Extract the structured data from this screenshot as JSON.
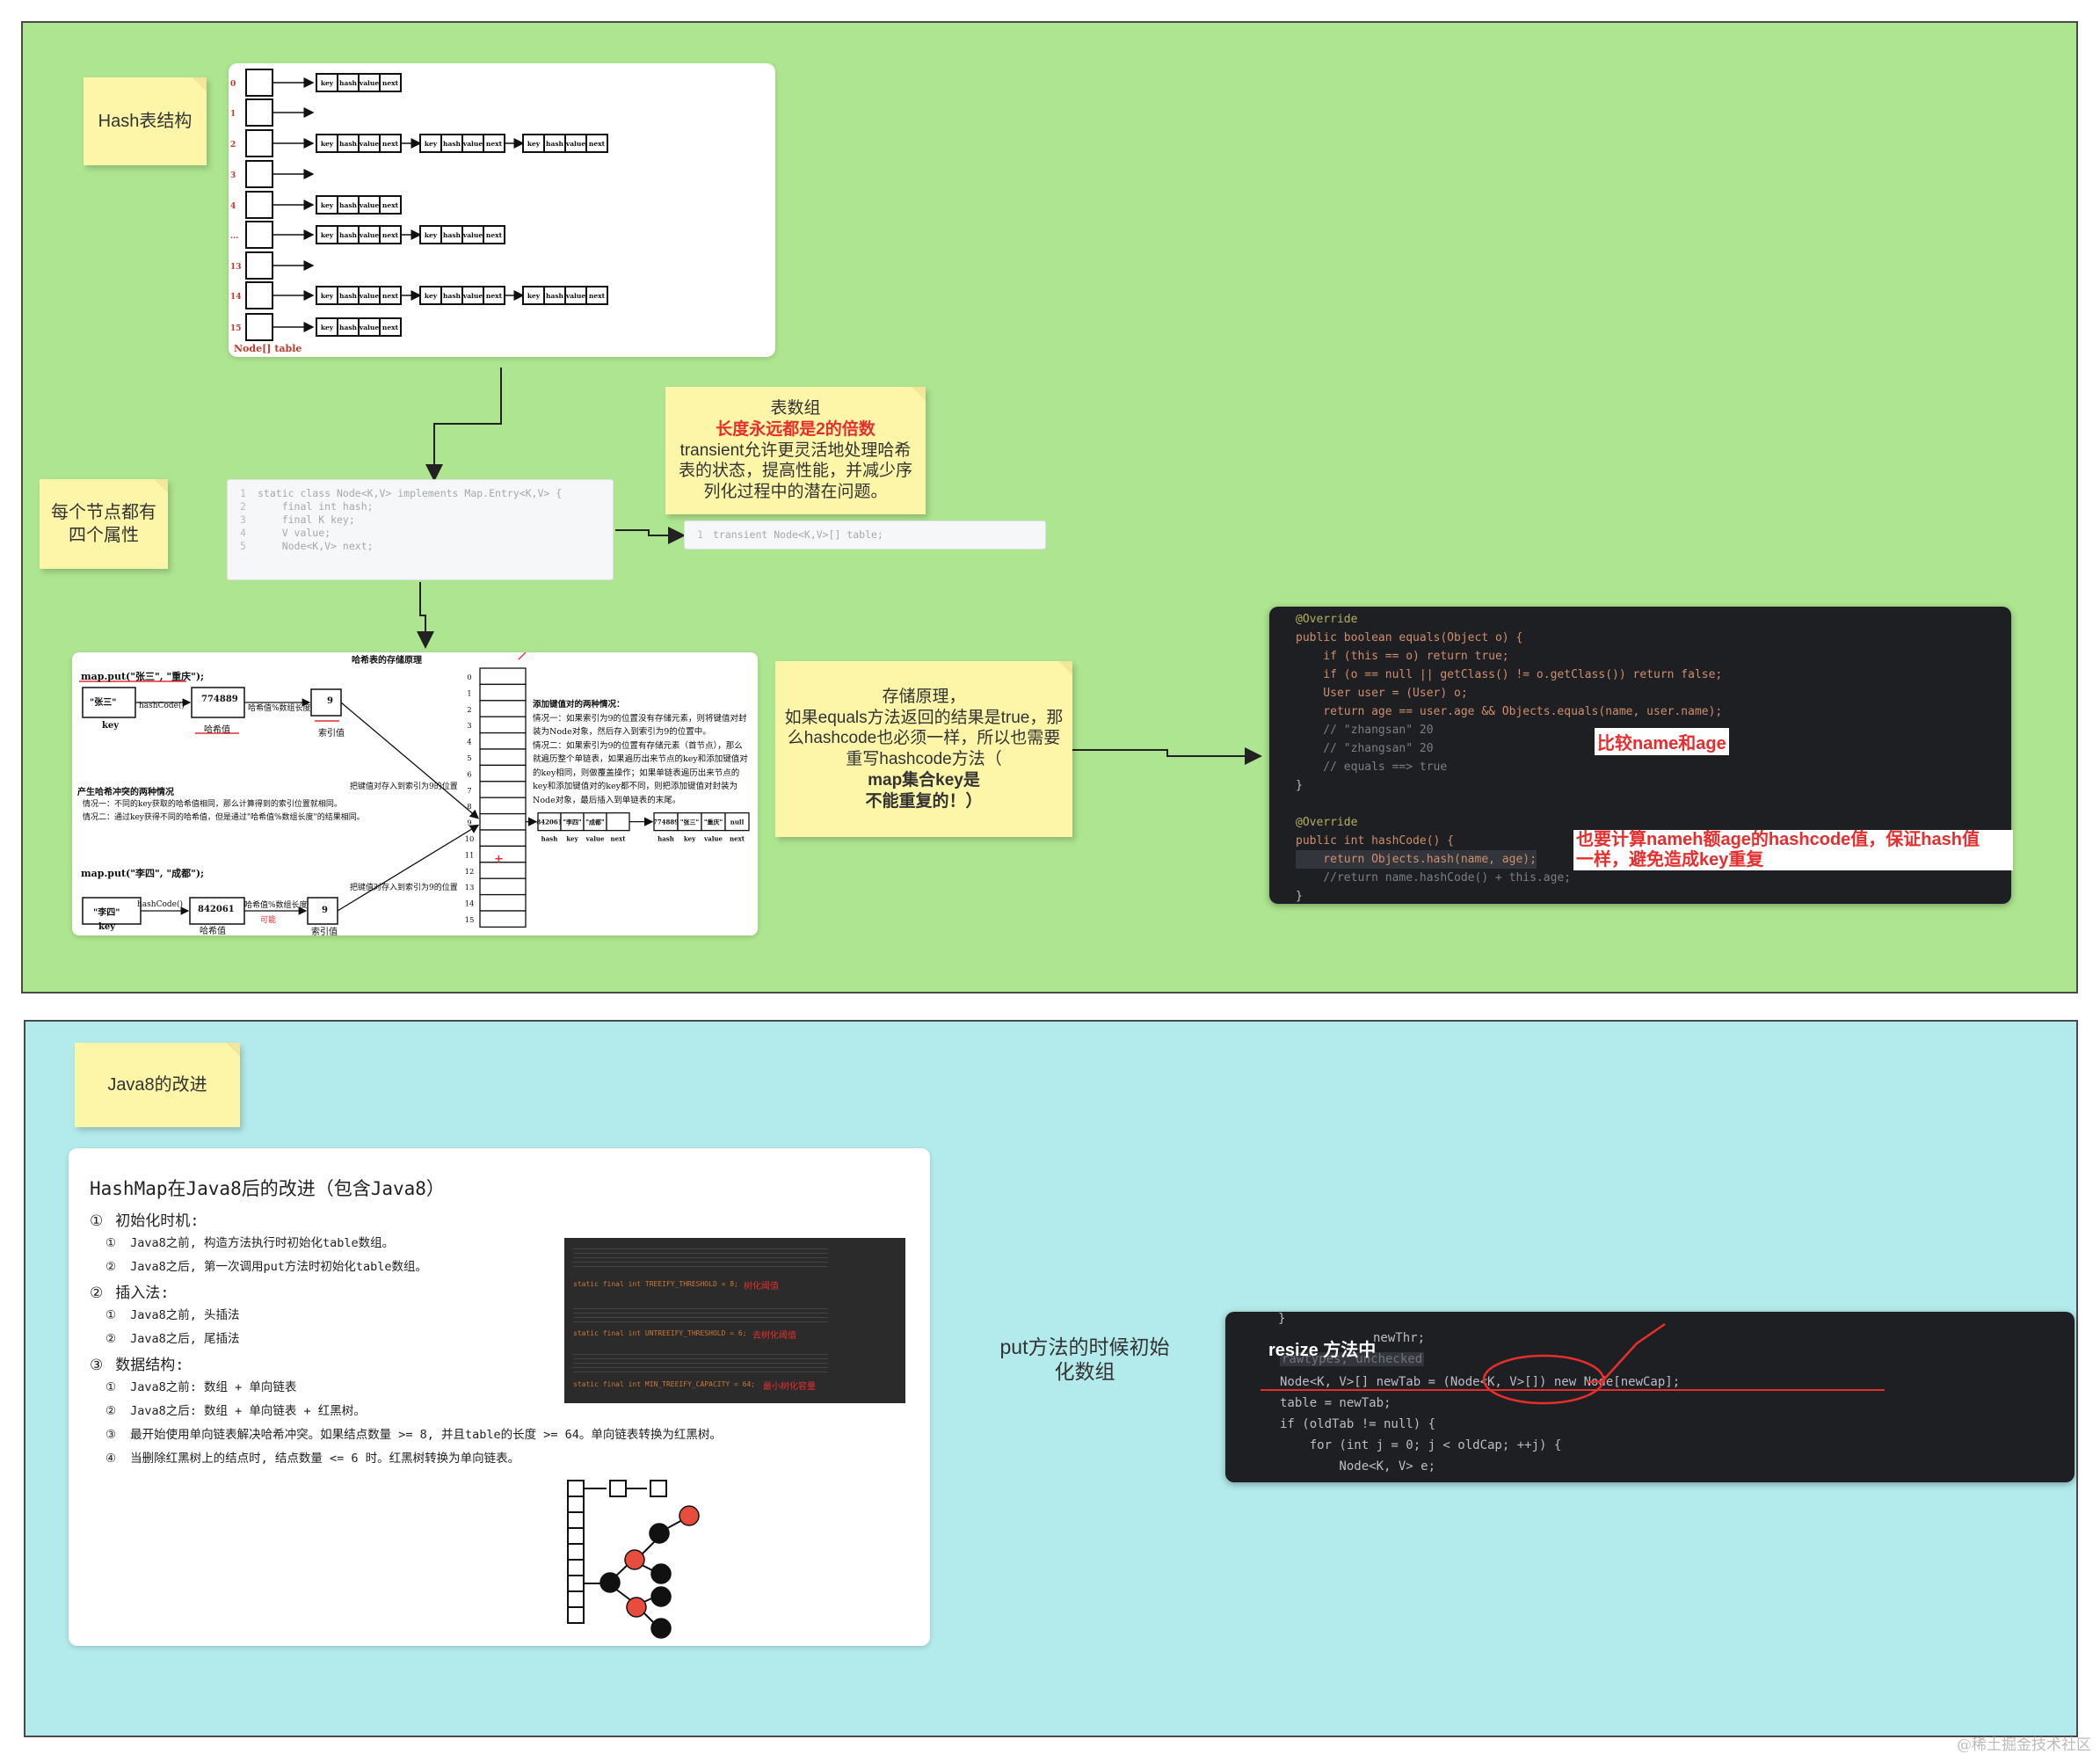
{
  "top_panel": {
    "note_hash_structure": "Hash表结构",
    "table_label": "Node[] table",
    "cell_labels": {
      "key": "key",
      "hash": "hash",
      "value": "value",
      "next": "next"
    },
    "index_labels": [
      "0",
      "1",
      "2",
      "3",
      "4",
      "...",
      "13",
      "14",
      "15"
    ],
    "note_node_props": [
      "每个节点都有",
      "四个属性"
    ],
    "node_code": [
      "static class Node<K,V> implements Map.Entry<K,V> {",
      "    final int hash;",
      "    final K key;",
      "    V value;",
      "    Node<K,V> next;"
    ],
    "node_code_linenos": [
      "1",
      "2",
      "3",
      "4",
      "5"
    ],
    "note_array": {
      "line1": "表数组",
      "line2_red": "长度永远都是2的倍数",
      "line3": "transient允许更灵活地处理哈希",
      "line4": "表的状态，提高性能，并减少序",
      "line5": "列化过程中的潜在问题。"
    },
    "table_code_lineno": "1",
    "table_code": "transient Node<K,V>[] table;",
    "put_diagram": {
      "title_top": "哈希表的存储原理",
      "put1": "map.put(\"张三\", \"重庆\");",
      "key1": "\"张三\"",
      "key_label": "key",
      "hashcode_fn": "hashCode()",
      "hash1": "774889",
      "hash_label": "哈希值",
      "mod_label": "哈希值%数组长度",
      "idx1": "9",
      "idx_label": "索引值",
      "conflict_title": "产生哈希冲突的两种情况",
      "conflict1": "情况一：不同的key获取的哈希值相同，那么计算得到的索引位置就相同。",
      "conflict2": "情况二：通过key获得不同的哈希值，但是通过\"哈希值%数组长度\"的结果相同。",
      "store1": "把键值对存入到索引为9的位置",
      "put2": "map.put(\"李四\", \"成都\");",
      "key2": "\"李四\"",
      "hash2": "842061",
      "idx2": "9",
      "maybe": "可能",
      "store2": "把键值对存入到索引为9的位置",
      "rules_title": "添加键值对的两种情况：",
      "rules": [
        "情况一：如果索引为9的位置没有存储元素，则将键值对封",
        "装为Node对象，然后存入到索引为9的位置中。",
        "情况二：如果索引为9的位置有存储元素（首节点），那么",
        "就遍历整个单链表，如果遍历出来节点的key和添加键值对",
        "的key相同，则做覆盖操作；如果单链表遍历出来节点的",
        "key和添加键值对的key都不同，则把添加键值对封装为",
        "Node对象，最后插入到单链表的末尾。"
      ],
      "node_a": [
        "842061",
        "\"李四\"",
        "\"成都\""
      ],
      "node_b": [
        "774889",
        "\"张三\"",
        "\"重庆\"",
        "null"
      ],
      "node_labels": [
        "hash",
        "key",
        "value",
        "next"
      ],
      "plus": "+",
      "array_idx": [
        "0",
        "1",
        "2",
        "3",
        "4",
        "5",
        "6",
        "7",
        "8",
        "9",
        "10",
        "11",
        "12",
        "13",
        "14",
        "15"
      ]
    },
    "note_storage": [
      "存储原理，",
      "如果equals方法返回的结果是true，那",
      "么hashcode也必须一样，所以也需要",
      "重写hashcode方法（"
    ],
    "note_storage_bold": [
      "map集合key是",
      "不能重复的！）"
    ],
    "equals_code": [
      "@Override",
      "public boolean equals(Object o) {",
      "    if (this == o) return true;",
      "    if (o == null || getClass() != o.getClass()) return false;",
      "    User user = (User) o;",
      "    return age == user.age && Objects.equals(name, user.name);",
      "    // \"zhangsan\" 20",
      "    // \"zhangsan\" 20",
      "    // equals ==> true",
      "}",
      "",
      "@Override",
      "public int hashCode() {",
      "    return Objects.hash(name, age);",
      "    //return name.hashCode() + this.age;",
      "}"
    ],
    "label_compare": "比较name和age",
    "label_hashcode": [
      "也要计算nameh额age的hashcode值，保证hash值",
      "一样，避免造成key重复"
    ]
  },
  "bottom_panel": {
    "note_java8": "Java8的改进",
    "card_title": "HashMap在Java8后的改进（包含Java8）",
    "items": [
      {
        "num": "①",
        "text": "初始化时机:",
        "level": 1
      },
      {
        "num": "①",
        "text": "Java8之前, 构造方法执行时初始化table数组。",
        "level": 2
      },
      {
        "num": "②",
        "text": "Java8之后, 第一次调用put方法时初始化table数组。",
        "level": 2
      },
      {
        "num": "②",
        "text": "插入法:",
        "level": 1
      },
      {
        "num": "①",
        "text": "Java8之前, 头插法",
        "level": 2
      },
      {
        "num": "②",
        "text": "Java8之后, 尾插法",
        "level": 2
      },
      {
        "num": "③",
        "text": "数据结构:",
        "level": 1
      },
      {
        "num": "①",
        "text": "Java8之前: 数组 + 单向链表",
        "level": 2
      },
      {
        "num": "②",
        "text": "Java8之后: 数组 + 单向链表 + 红黑树。",
        "level": 2
      },
      {
        "num": "③",
        "text": "最开始使用单向链表解决哈希冲突。如果结点数量 >= 8, 并且table的长度 >= 64。单向链表转换为红黑树。",
        "level": 2
      },
      {
        "num": "④",
        "text": "当删除红黑树上的结点时, 结点数量 <= 6 时。红黑树转换为单向链表。",
        "level": 2
      }
    ],
    "snip_lines": [
      "static final int TREEIFY_THRESHOLD = 8;",
      "static final int UNTREEIFY_THRESHOLD = 6;",
      "static final int MIN_TREEIFY_CAPACITY = 64;"
    ],
    "snip_labels": [
      "树化阈值",
      "去树化阈值",
      "最小树化容量"
    ],
    "note_put": [
      "put方法的时候初始",
      "化数组"
    ],
    "resize_code": [
      "}",
      "newThr;",
      "rawtypes, unchecked",
      "Node<K, V>[] newTab = (Node<K, V>[]) new Node[newCap];",
      "table = newTab;",
      "if (oldTab != null) {",
      "    for (int j = 0; j < oldCap; ++j) {",
      "        Node<K, V> e;"
    ],
    "label_resize": "resize 方法中"
  },
  "watermark": "@稀土掘金技术社区",
  "colors": {
    "green": "#aee590",
    "cyan": "#b3eaeb",
    "sticky": "#fdf6a8",
    "red": "#e62e2e"
  }
}
